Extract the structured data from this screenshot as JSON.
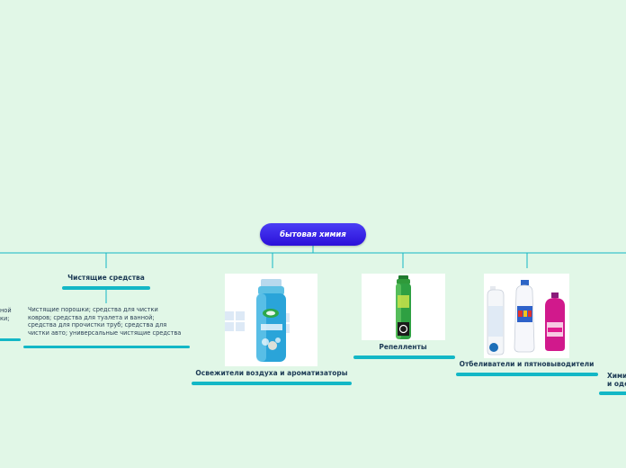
{
  "root": {
    "label": "бытовая химия"
  },
  "branches": [
    {
      "id": "cleaning",
      "label": "Чистящие средства",
      "note": "Чистящие порошки; средства для чистки ковров; средства для туалета и ванной; средства для прочистки труб; средства для чистки авто; универсальные чистящие средства"
    },
    {
      "id": "fresheners",
      "label": "Освежители воздуха  и ароматизаторы"
    },
    {
      "id": "repellents",
      "label": "Репелленты"
    },
    {
      "id": "bleach",
      "label": "Отбеливатели и пятновыводители"
    },
    {
      "id": "right-partial",
      "label_line1": "Хими",
      "label_line2": "и оде"
    }
  ],
  "left_partial": {
    "line1": "ной",
    "line2": "ки;"
  },
  "colors": {
    "background": "#e1f7e7",
    "connector": "#13b7c6",
    "root": "#3a22e8"
  },
  "icons": [
    "air-freshener-spray-can-icon",
    "insect-repellent-spray-icon",
    "bleach-bottles-icon"
  ]
}
